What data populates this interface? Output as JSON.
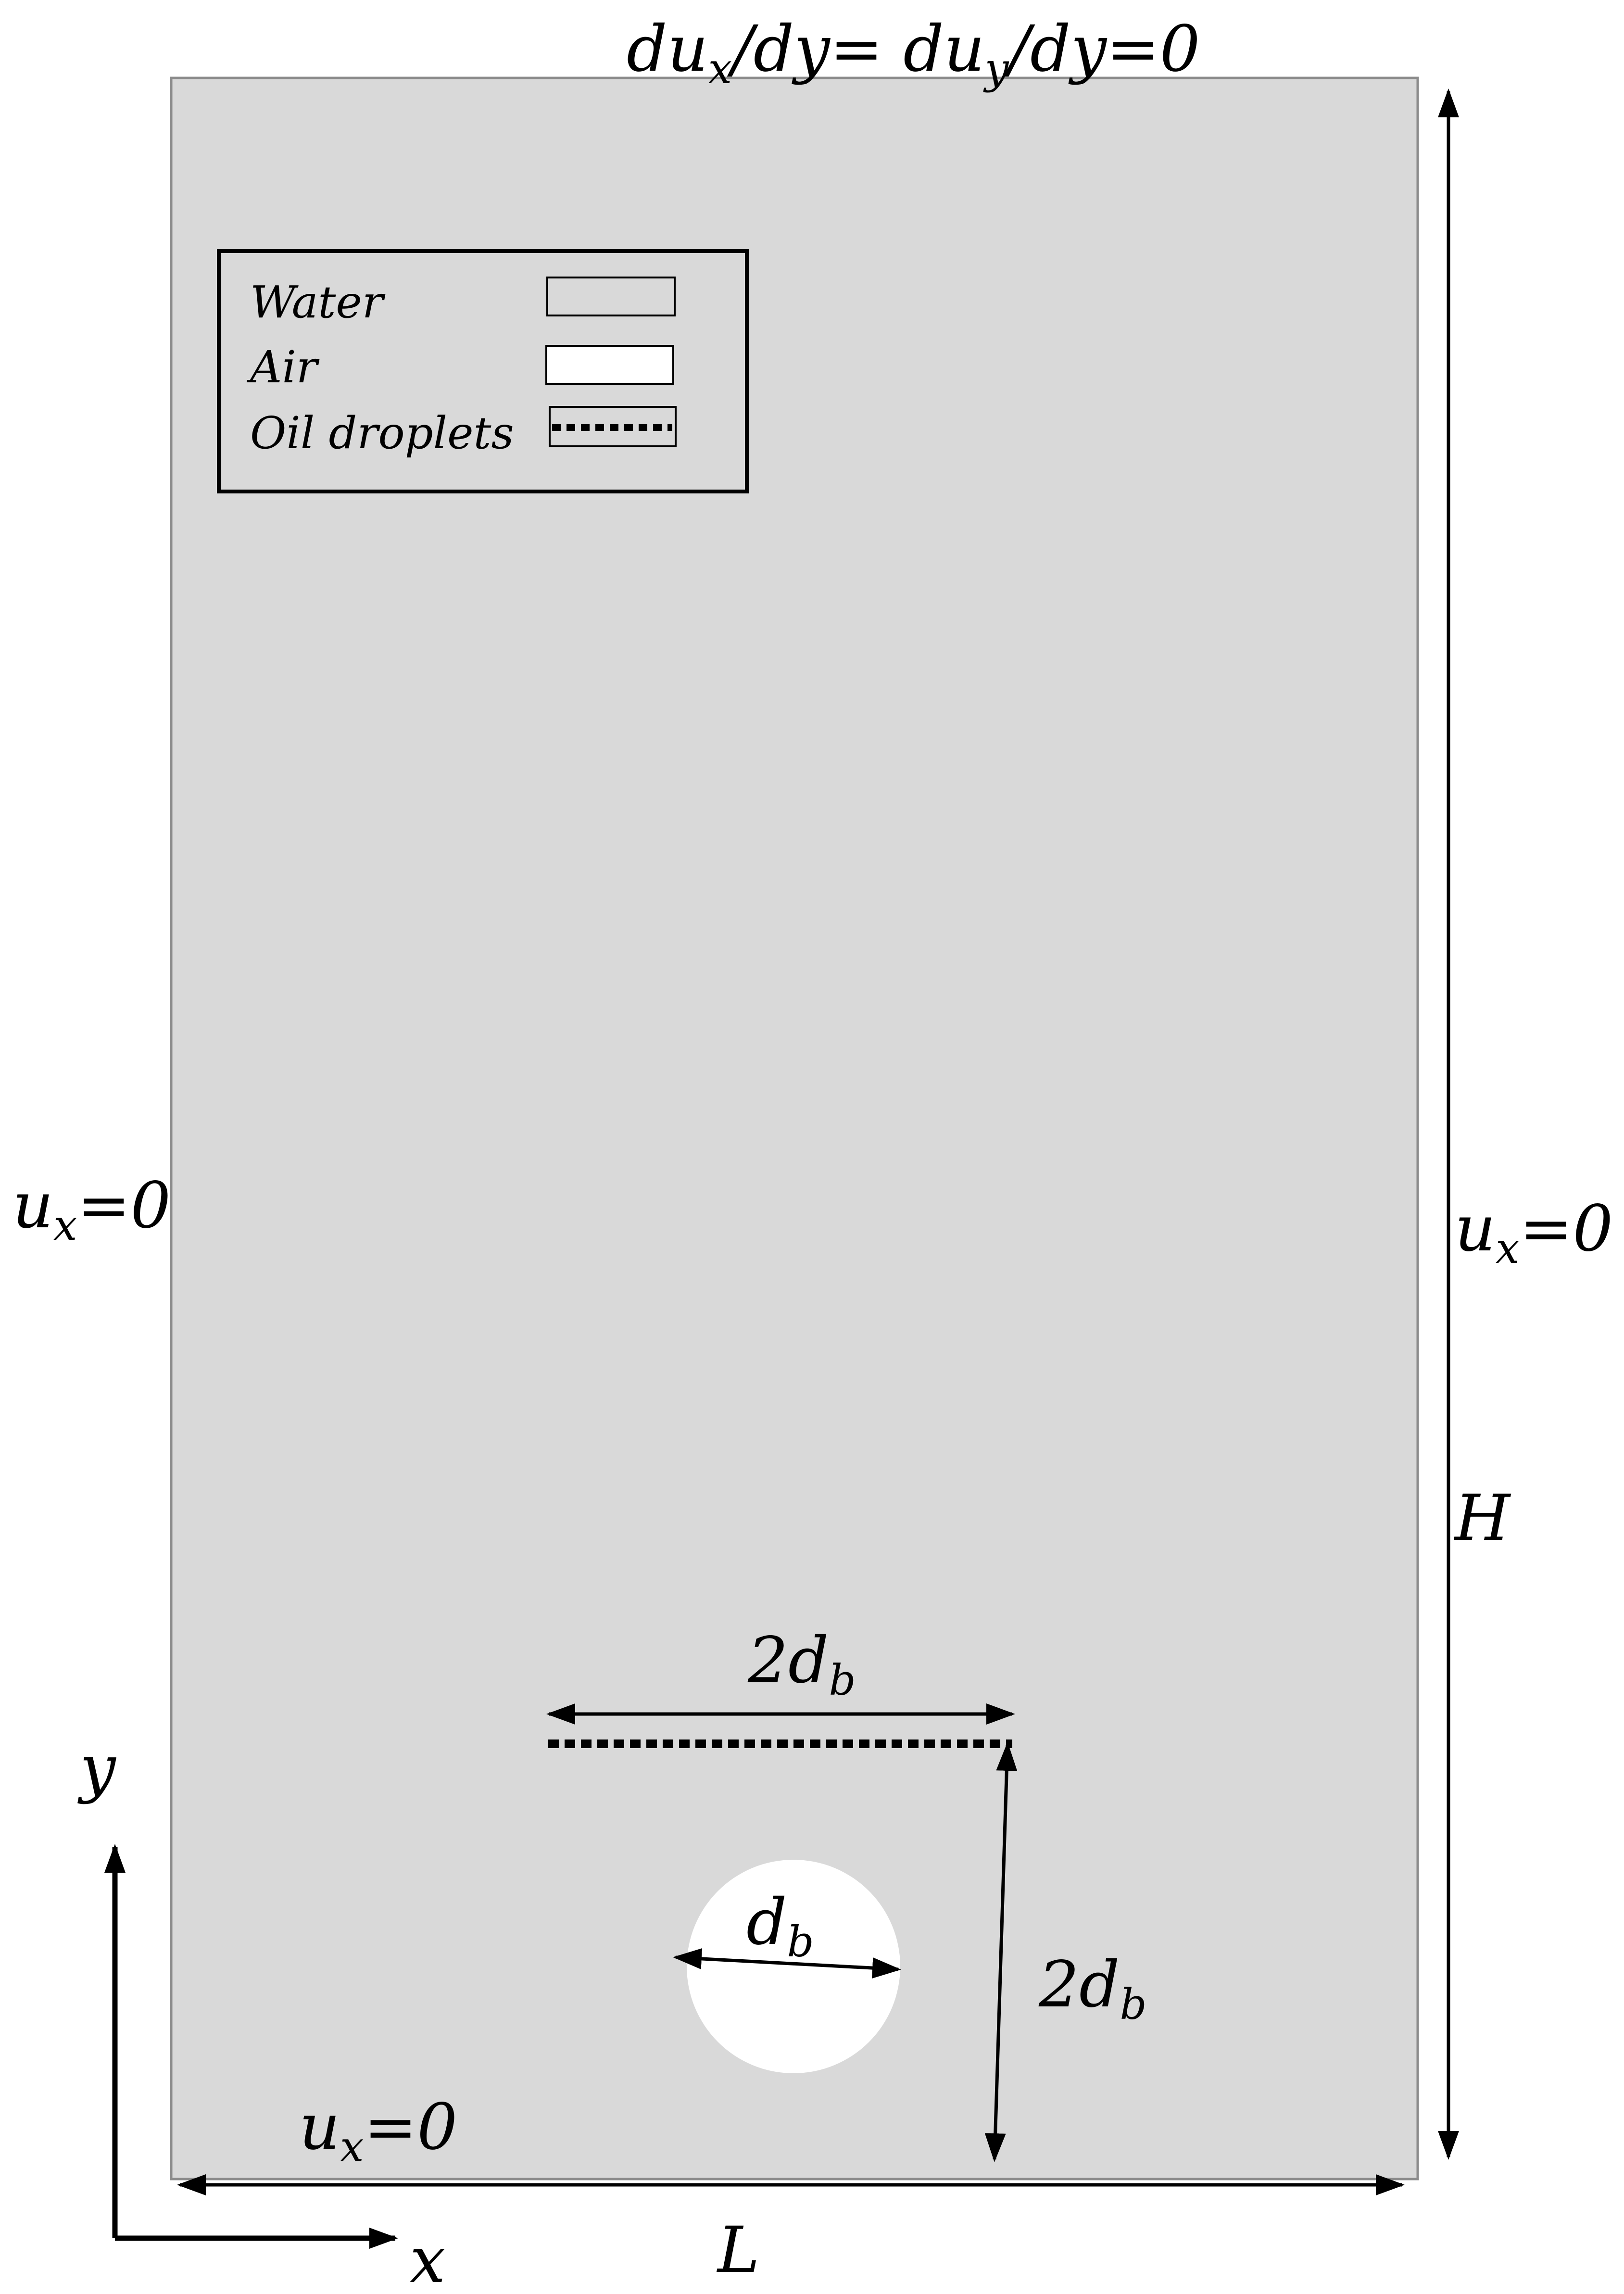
{
  "diagram": {
    "top_boundary": {
      "part1": "du",
      "sub1": "x",
      "part2": "/dy= du",
      "sub2": "y",
      "part3": "/dy=0"
    },
    "left_boundary": {
      "base": "u",
      "sub": "x",
      "rest": "=0"
    },
    "right_boundary": {
      "base": "u",
      "sub": "x",
      "rest": "=0"
    },
    "bottom_boundary": {
      "base": "u",
      "sub": "x",
      "rest": "=0"
    },
    "height_label": "H",
    "length_label": "L",
    "axis_x_label": "x",
    "axis_y_label": "y",
    "droplet_width": {
      "base": "2d",
      "sub": "b"
    },
    "droplet_height": {
      "base": "2d",
      "sub": "b"
    },
    "bubble_diameter": {
      "base": "d",
      "sub": "b"
    },
    "legend": {
      "items": [
        {
          "label": "Water",
          "swatch": "water"
        },
        {
          "label": "Air",
          "swatch": "air"
        },
        {
          "label": "Oil droplets",
          "swatch": "oil"
        }
      ]
    },
    "colors": {
      "water": "#d9d9d9",
      "air": "#ffffff",
      "line": "#000000",
      "border": "#8c8c8c"
    }
  }
}
